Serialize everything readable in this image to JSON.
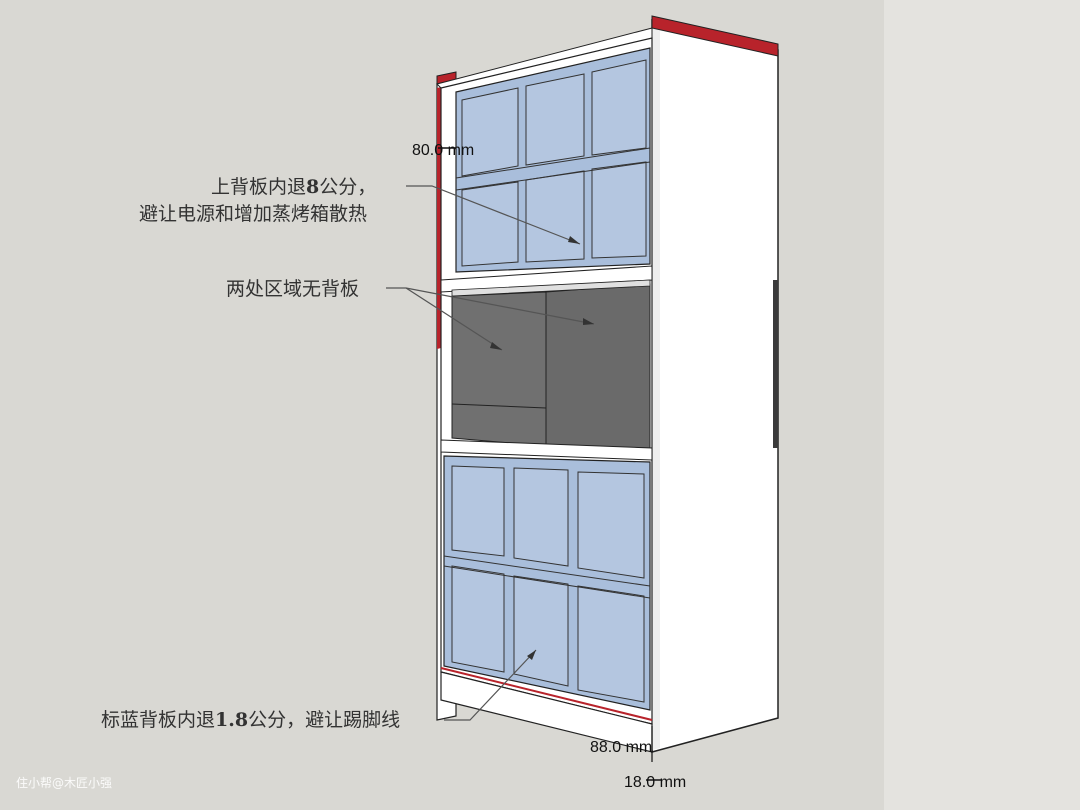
{
  "annotations": {
    "upper_back": {
      "line1_prefix": "上背板内退",
      "line1_bold": "8",
      "line1_suffix": "公分，",
      "line2": "避让电源和增加蒸烤箱散热"
    },
    "no_back": "两处区域无背板",
    "lower_back": {
      "prefix": "标蓝背板内退",
      "bold": "1.8",
      "suffix": "公分，避让踢脚线"
    }
  },
  "dimensions": {
    "upper_offset": "80.0 mm",
    "kick_height": "88.0 mm",
    "lower_offset": "18.0 mm"
  },
  "watermark": "住小帮@木匠小强",
  "colors": {
    "panel_blue": "#a9bedb",
    "cabinet_white": "#ffffff",
    "void_gray": "#6f6f6f",
    "top_edge_red": "#b8232b"
  }
}
